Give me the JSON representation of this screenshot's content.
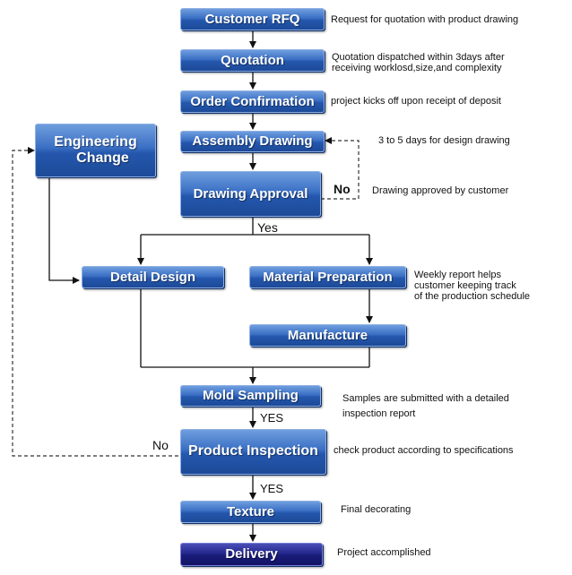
{
  "steps": {
    "customer_rfq": "Customer RFQ",
    "quotation": "Quotation",
    "order_confirmation": "Order Confirmation",
    "assembly_drawing": "Assembly Drawing",
    "drawing_approval": "Drawing Approval",
    "engineering_change_line1": "Engineering",
    "engineering_change_line2": "Change",
    "detail_design": "Detail Design",
    "material_preparation": "Material Preparation",
    "manufacture": "Manufacture",
    "mold_sampling": "Mold Sampling",
    "product_inspection": "Product Inspection",
    "texture": "Texture",
    "delivery": "Delivery"
  },
  "notes": {
    "customer_rfq": "Request for quotation with product drawing",
    "quotation_line1": "Quotation dispatched within 3days after",
    "quotation_line2": "receiving worklosd,size,and complexity",
    "order_confirmation": "project kicks off upon receipt of deposit",
    "assembly_drawing": "3 to 5 days for design drawing",
    "drawing_approval": "Drawing approved by customer",
    "material_line1": "Weekly report helps",
    "material_line2": "customer keeping track",
    "material_line3": "of the production schedule",
    "mold_line1": "Samples are submitted with a detailed",
    "mold_line2": "inspection report",
    "product_inspection": "check product according to specifications",
    "texture": "Final decorating",
    "delivery": "Project accomplished"
  },
  "branch_labels": {
    "approval_yes": "Yes",
    "approval_no": "No",
    "sampling_yes": "YES",
    "inspection_yes": "YES",
    "inspection_no": "No"
  },
  "colors": {
    "box_blue": "#2457ad",
    "box_delivery": "#191b78",
    "connector": "#111111"
  }
}
